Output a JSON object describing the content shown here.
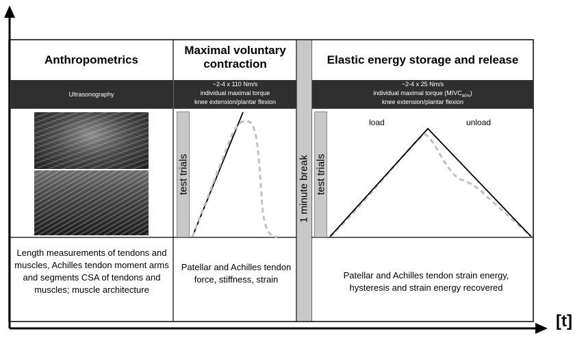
{
  "sections": {
    "anthropometrics": {
      "title": "Anthropometrics",
      "bar_text": "Ultrasonography",
      "description": "Length measurements of tendons and muscles, Achilles tendon moment arms and segments CSA of tendons and muscles; muscle architecture"
    },
    "mvc": {
      "title": "Maximal voluntary contraction",
      "bar_line1": "~2-4 x 110 Nm/s",
      "bar_line2": "individual maximal torque",
      "bar_line3": "knee extension/plantar flexion",
      "side_label": "test trials",
      "description": "Patellar and Achilles tendon force, stiffness, strain"
    },
    "break": {
      "label": "1 minute break"
    },
    "elastic": {
      "title": "Elastic energy storage and release",
      "bar_line1": "~2-4 x 25 Nm/s",
      "bar_line2_main": "individual maximal torque  (MIVC",
      "bar_line2_sub": "80%",
      "bar_line2_end": ")",
      "bar_line3": "knee extension/plantar flexion",
      "side_label": "test trials",
      "load_label": "load",
      "unload_label": "unload",
      "description": "Patellar and Achilles tendon strain energy, hysteresis and strain energy recovered"
    }
  },
  "axis": {
    "time_label": "[t]"
  },
  "colors": {
    "dark_bar": "#2f2f2f",
    "side_bar": "#c8c8c8",
    "dashed_curve": "#c0c0c0",
    "line": "#000000"
  }
}
